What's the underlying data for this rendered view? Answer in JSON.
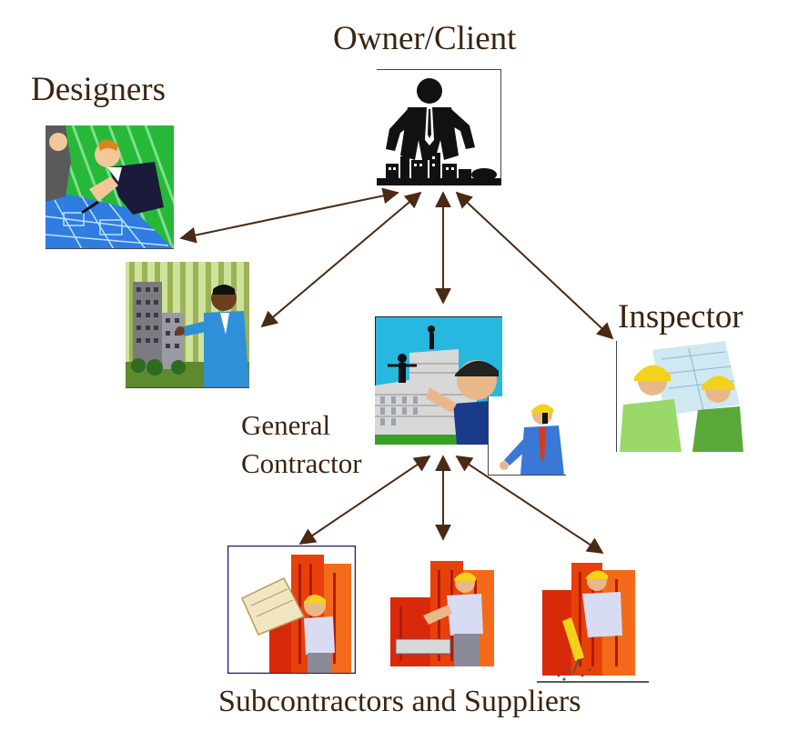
{
  "nodes": {
    "owner": {
      "label": "Owner/Client"
    },
    "designers": {
      "label": "Designers"
    },
    "inspector": {
      "label": "Inspector"
    },
    "general_contractor": {
      "label_line1": "General",
      "label_line2": "Contractor"
    },
    "subcontractors": {
      "label": "Subcontractors and Suppliers"
    }
  },
  "connections": [
    {
      "from": "owner",
      "to": "designers"
    },
    {
      "from": "owner",
      "to": "designers"
    },
    {
      "from": "owner",
      "to": "general_contractor"
    },
    {
      "from": "owner",
      "to": "inspector"
    },
    {
      "from": "general_contractor",
      "to": "subcontractors"
    },
    {
      "from": "general_contractor",
      "to": "subcontractors"
    },
    {
      "from": "general_contractor",
      "to": "subcontractors"
    }
  ],
  "icons": [
    "businessman-skyline-icon",
    "designers-blueprint-icon",
    "architect-building-icon",
    "contractor-wall-icon",
    "contractor-phone-icon",
    "inspectors-blueprint-icon",
    "worker-plans-icon",
    "worker-saw-icon",
    "worker-drill-icon"
  ],
  "colors": {
    "text": "#3b2410",
    "arrow": "#4a2a14"
  }
}
